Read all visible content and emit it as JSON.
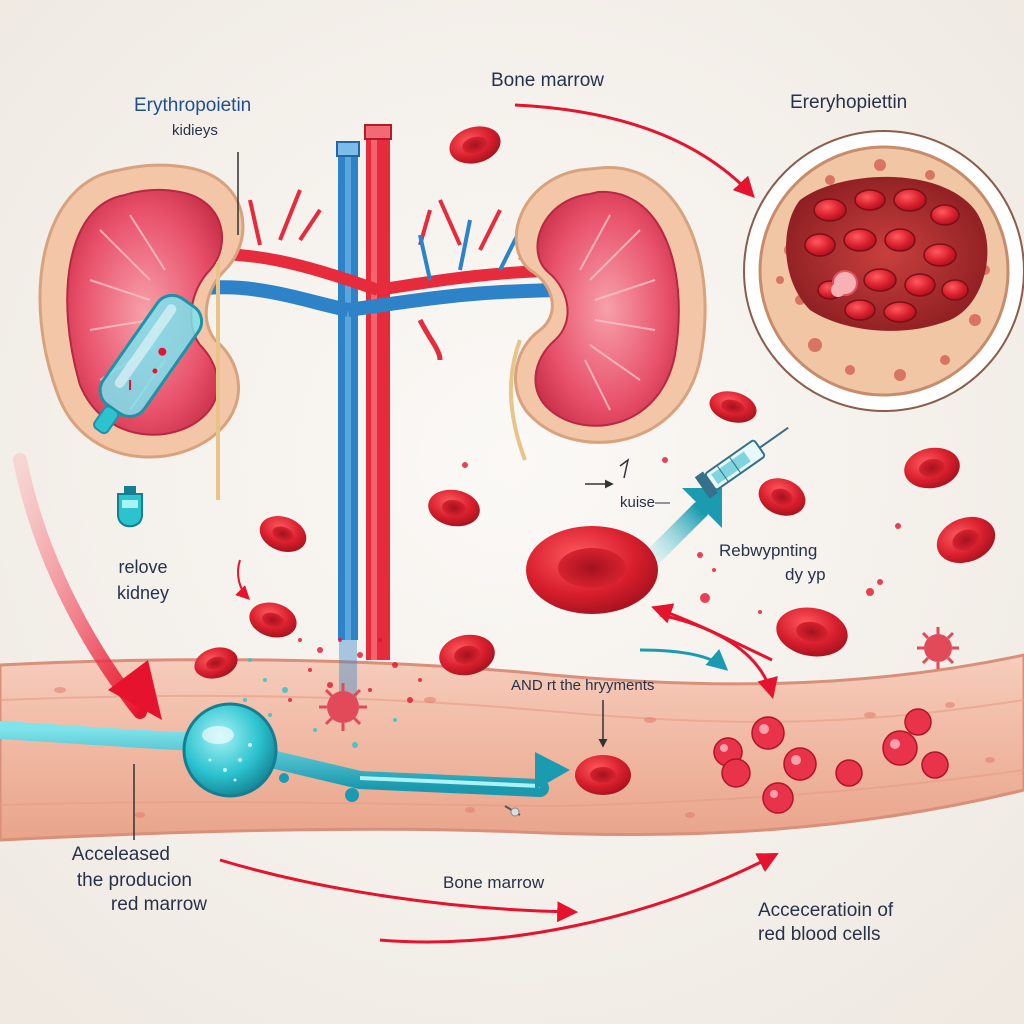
{
  "labels": {
    "epo_kidneys_line1": "Erythropoietin",
    "epo_kidneys_line2": "kidieys",
    "bone_marrow_top": "Bone marrow",
    "ereryhopietin": "Ereryhopiettin",
    "relove_line1": "relove",
    "relove_line2": "kidney",
    "kuise": "kuise—",
    "rebwy_line1": "Rebwypnting",
    "rebwy_line2": "dy yp",
    "hryyments": "AND rt the hryyments",
    "accel_line1": "Acceleased",
    "accel_line2": "the producion",
    "accel_line3": "red marrow",
    "bone_marrow_bottom": "Bone marrow",
    "acceration_line1": "Accecerati​oin of",
    "acceration_line2": "red blood cells"
  },
  "colors": {
    "background": "#f6f3ee",
    "artery_red": "#e52b3c",
    "vein_blue": "#2d82c8",
    "kidney_pink": "#e8506a",
    "kidney_capsule": "#f2c6a6",
    "rbc_red": "#d91f2e",
    "vessel_tissue": "#f0b8a2",
    "cyan_accent": "#2cc3cf"
  },
  "icons": {
    "syringe": "syringe-icon",
    "drop": "blood-bag-icon",
    "capsule": "epo-capsule-icon"
  }
}
